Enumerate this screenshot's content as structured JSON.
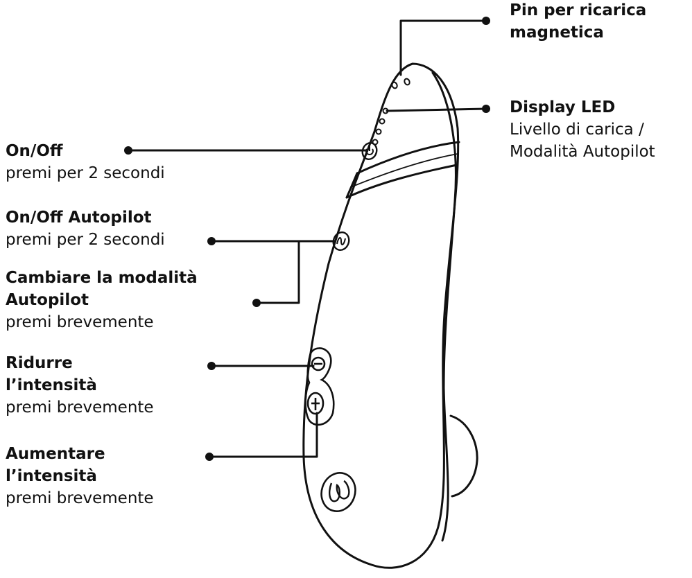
{
  "labels": {
    "charging_pin": {
      "title": [
        "Pin per ricarica",
        "magnetica"
      ]
    },
    "led_display": {
      "title": [
        "Display LED"
      ],
      "sub": [
        "Livello di carica /",
        "Modalità Autopilot"
      ]
    },
    "on_off": {
      "title": [
        "On/Off"
      ],
      "sub": [
        "premi per 2 secondi"
      ]
    },
    "autopilot_on_off": {
      "title": [
        "On/Off Autopilot"
      ],
      "sub": [
        "premi per 2 secondi"
      ]
    },
    "autopilot_mode": {
      "title": [
        "Cambiare la modalità",
        "Autopilot"
      ],
      "sub": [
        "premi brevemente"
      ]
    },
    "decrease": {
      "title": [
        "Ridurre",
        "l’intensità"
      ],
      "sub": [
        "premi brevemente"
      ]
    },
    "increase": {
      "title": [
        "Aumentare",
        "l’intensità"
      ],
      "sub": [
        "premi brevemente"
      ]
    }
  },
  "icons": {
    "power": "power-icon",
    "autopilot": "wave-icon",
    "minus": "minus-icon",
    "plus": "plus-icon",
    "logo": "brand-logo-icon"
  },
  "colors": {
    "line": "#111111",
    "background": "#ffffff"
  }
}
